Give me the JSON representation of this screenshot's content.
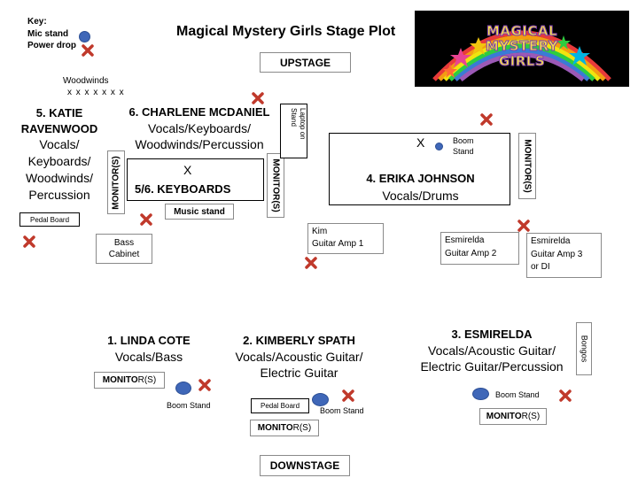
{
  "title": "Magical Mystery Girls Stage Plot",
  "key": {
    "heading": "Key:",
    "mic_stand": "Mic stand",
    "power_drop": "Power drop"
  },
  "logo": {
    "line1": "MAGICAL",
    "line2": "MYSTERY",
    "line3": "GIRLS"
  },
  "upstage": "UPSTAGE",
  "downstage": "DOWNSTAGE",
  "woodwinds": {
    "label": "Woodwinds",
    "marks": "x x x x x x x"
  },
  "performers": {
    "katie": {
      "name_line1": "5.  KATIE",
      "name_line2": "RAVENWOOD",
      "role_lines": [
        "Vocals/",
        "Keyboards/",
        "Woodwinds/",
        "Percussion"
      ]
    },
    "charlene": {
      "name": "6.  CHARLENE MCDANIEL",
      "role_lines": [
        "Vocals/Keyboards/",
        "Woodwinds/Percussion"
      ]
    },
    "erika": {
      "name": "4. ERIKA JOHNSON",
      "role": "Vocals/Drums"
    },
    "linda": {
      "name": "1. LINDA COTE",
      "role": "Vocals/Bass"
    },
    "kimberly": {
      "name": "2. KIMBERLY SPATH",
      "role_lines": [
        "Vocals/Acoustic Guitar/",
        "Electric Guitar"
      ]
    },
    "esmirelda": {
      "name": "3. ESMIRELDA",
      "role_lines": [
        "Vocals/Acoustic Guitar/",
        "Electric Guitar/Percussion"
      ]
    }
  },
  "equipment": {
    "keyboards": {
      "x": "X",
      "label": "5/6.  KEYBOARDS"
    },
    "music_stand": "Music stand",
    "pedal_board_left": "Pedal Board",
    "pedal_board_center": "Pedal Board",
    "bass_cabinet_line1": "Bass",
    "bass_cabinet_line2": "Cabinet",
    "laptop_line1": "Laptop on",
    "laptop_line2": "Stand",
    "drum_x": "X",
    "drum_boom_line1": "Boom",
    "drum_boom_line2": "Stand",
    "kim_amp_line1": "Kim",
    "kim_amp_line2": "Guitar Amp 1",
    "esm_amp2_line1": "Esmirelda",
    "esm_amp2_line2": "Guitar Amp 2",
    "esm_amp3_line1": "Esmirelda",
    "esm_amp3_line2": "Guitar Amp 3",
    "esm_amp3_line3": "or DI",
    "bongos": "Bongos",
    "boom_stand": "Boom Stand"
  },
  "monitor": {
    "bold_part": "MONITO",
    "rest": "R(S)",
    "vertical": "MONITOR(S)"
  },
  "colors": {
    "mic_stand": "#3f67b8",
    "power_drop": "#c0392b",
    "logo_bg": "#000000"
  }
}
